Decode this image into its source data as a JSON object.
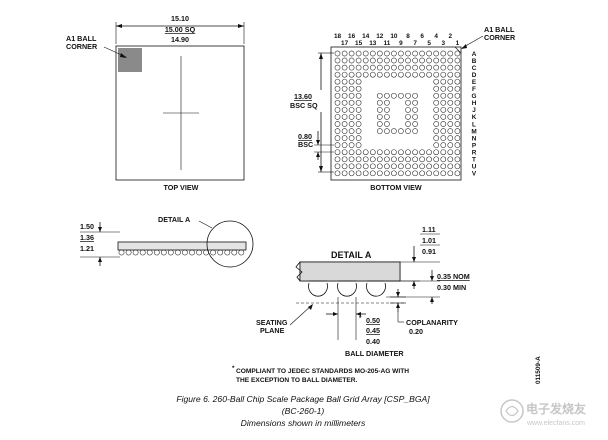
{
  "top_view": {
    "title": "TOP VIEW",
    "corner_label_1": "A1 BALL",
    "corner_label_2": "CORNER",
    "dim_max": "15.10",
    "dim_nom": "15.00 SQ",
    "dim_min": "14.90"
  },
  "bottom_view": {
    "title": "BOTTOM VIEW",
    "corner_label_1": "A1 BALL",
    "corner_label_2": "CORNER",
    "col_numbers_even": [
      "18",
      "16",
      "14",
      "12",
      "10",
      "8",
      "6",
      "4",
      "2"
    ],
    "col_numbers_odd": [
      "17",
      "15",
      "13",
      "11",
      "9",
      "7",
      "5",
      "3",
      "1"
    ],
    "row_letters": [
      "A",
      "B",
      "C",
      "D",
      "E",
      "F",
      "G",
      "H",
      "J",
      "K",
      "L",
      "M",
      "N",
      "P",
      "R",
      "T",
      "U",
      "V"
    ],
    "bsc_dim_1": "13.60",
    "bsc_dim_2": "BSC SQ",
    "pitch_dim_1": "0.80",
    "pitch_dim_2": "BSC"
  },
  "side_view": {
    "height_max": "1.50",
    "height_nom": "1.36",
    "height_min": "1.21",
    "detail_label": "DETAIL A"
  },
  "detail": {
    "title": "DETAIL  A",
    "body_max": "1.11",
    "body_nom": "1.01",
    "body_min": "0.91",
    "standoff_nom": "0.35 NOM",
    "standoff_min": "0.30 MIN",
    "seating_1": "SEATING",
    "seating_2": "PLANE",
    "ball_max": "0.50",
    "ball_nom": "0.45",
    "ball_min": "0.40",
    "ball_caption": "BALL DIAMETER",
    "coplanarity": "COPLANARITY",
    "coplanarity_val": "0.20"
  },
  "notes": {
    "line1": "COMPLIANT TO JEDEC STANDARDS MO-205-AG WITH",
    "line2": "THE EXCEPTION TO BALL DIAMETER."
  },
  "side_code": "011509-A",
  "caption": {
    "line1": "Figure 6. 260-Ball Chip Scale Package Ball Grid Array [CSP_BGA]",
    "line2": "(BC-260-1)",
    "line3": "Dimensions shown in millimeters"
  },
  "watermark": {
    "cn": "电子发烧友",
    "url": "www.elecfans.com"
  }
}
